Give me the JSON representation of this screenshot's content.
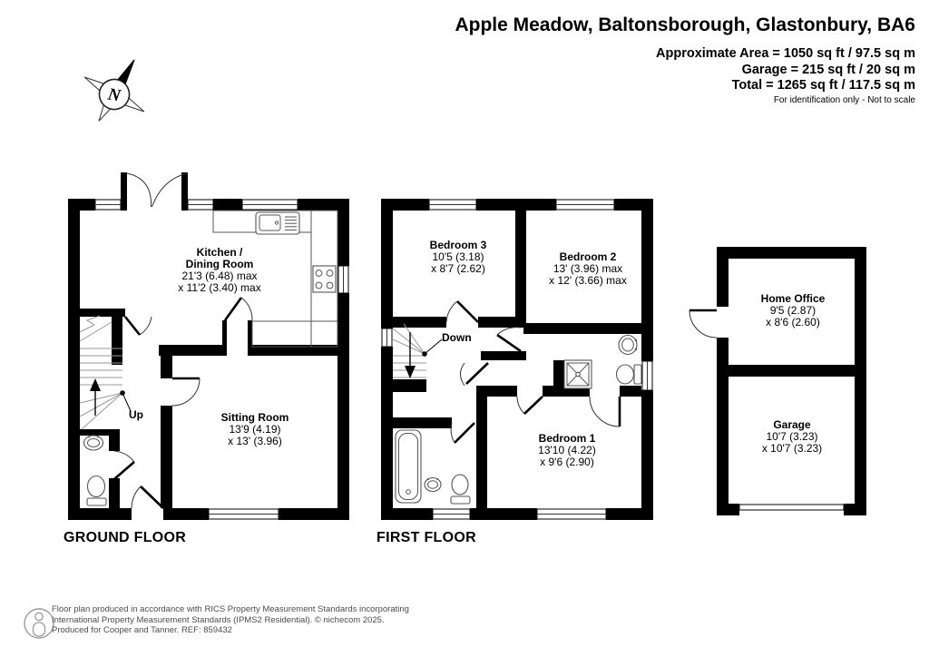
{
  "header": {
    "title": "Apple Meadow, Baltonsborough, Glastonbury, BA6",
    "area_lines": [
      "Approximate Area = 1050 sq ft / 97.5 sq m",
      "Garage = 215 sq ft / 20 sq m",
      "Total = 1265 sq ft / 117.5 sq m"
    ],
    "disclaimer": "For identification only - Not to scale"
  },
  "compass": {
    "label": "N"
  },
  "floors": {
    "ground": {
      "title": "GROUND FLOOR",
      "stairs_label": "Up"
    },
    "first": {
      "title": "FIRST FLOOR",
      "stairs_label": "Down"
    }
  },
  "rooms": {
    "kitchen_dining": {
      "name_lines": [
        "Kitchen /",
        "Dining Room"
      ],
      "dims": [
        "21'3 (6.48) max",
        "x 11'2 (3.40) max"
      ]
    },
    "sitting_room": {
      "name_lines": [
        "Sitting Room"
      ],
      "dims": [
        "13'9 (4.19)",
        "x 13' (3.96)"
      ]
    },
    "bedroom_3": {
      "name_lines": [
        "Bedroom 3"
      ],
      "dims": [
        "10'5 (3.18)",
        "x 8'7 (2.62)"
      ]
    },
    "bedroom_2": {
      "name_lines": [
        "Bedroom 2"
      ],
      "dims": [
        "13' (3.96) max",
        "x 12' (3.66) max"
      ]
    },
    "bedroom_1": {
      "name_lines": [
        "Bedroom 1"
      ],
      "dims": [
        "13'10 (4.22)",
        "x 9'6 (2.90)"
      ]
    },
    "home_office": {
      "name_lines": [
        "Home Office"
      ],
      "dims": [
        "9'5 (2.87)",
        "x 8'6 (2.60)"
      ]
    },
    "garage": {
      "name_lines": [
        "Garage"
      ],
      "dims": [
        "10'7 (3.23)",
        "x 10'7 (3.23)"
      ]
    }
  },
  "footer": {
    "line1": "Floor plan produced in accordance with RICS Property Measurement Standards incorporating",
    "line2": "International Property Measurement Standards (IPMS2 Residential).  © nichecom 2025.",
    "line3": "Produced for Cooper and Tanner.   REF: 859432"
  },
  "colors": {
    "wall": "#000000",
    "text": "#000000",
    "footer_text": "#4c4c4c"
  }
}
